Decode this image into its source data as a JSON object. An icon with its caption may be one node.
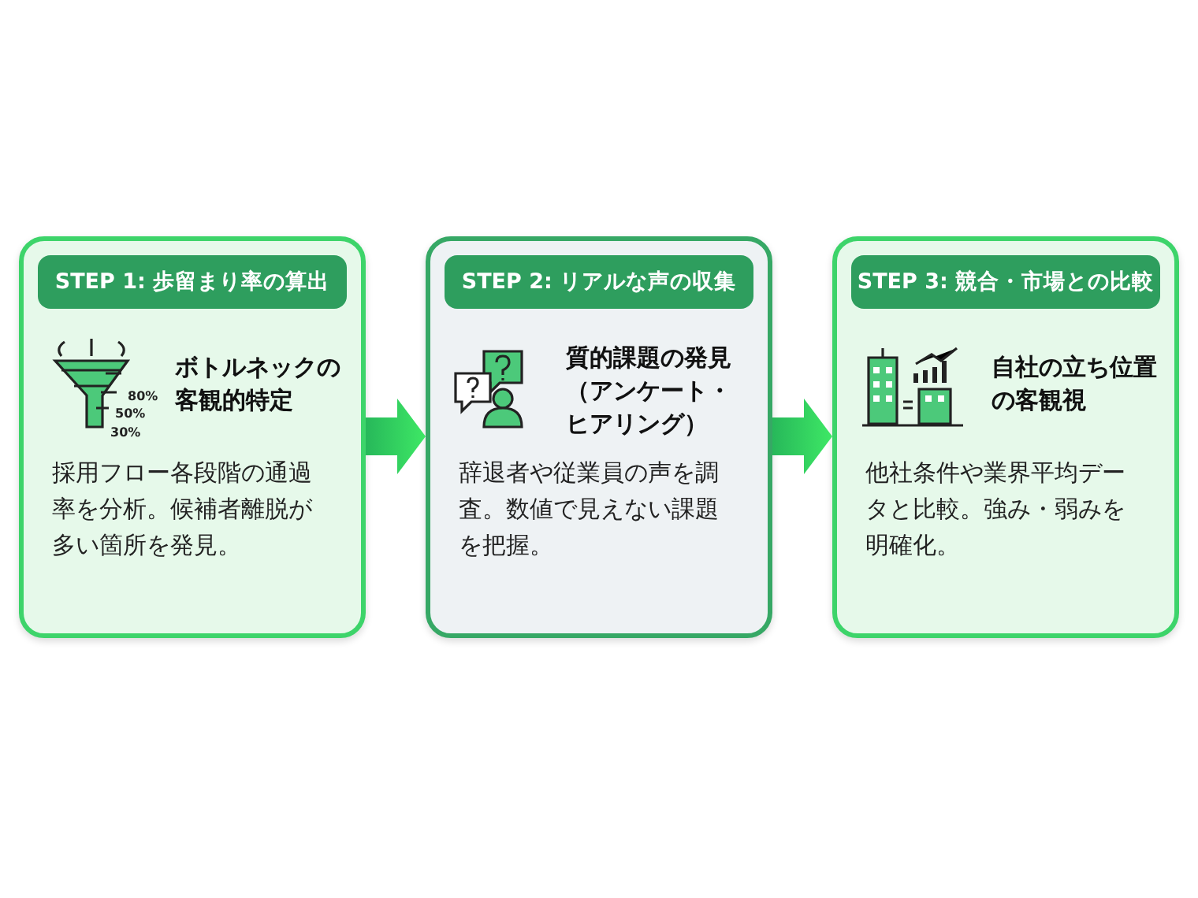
{
  "diagram": {
    "nodes": [
      {
        "text": [
          "STEP 1: 歩留まり率の算出",
          "ボトルネックの客観的特定",
          "採用フロー各段階の通過率を分析。候補者離脱が多い箇所を発見。"
        ]
      },
      {
        "text": [
          "STEP 2: リアルな声の収集",
          "質的課題の発見（アンケート・ヒアリング）",
          "辞退者や従業員の声を調査。数値で見えない課題を把握。"
        ]
      },
      {
        "text": [
          "STEP 3: 競合・市場との比較",
          "自社の立ち位置の客観視",
          "他社条件や業界平均データと比較。強み・弱みを明確化。"
        ]
      }
    ],
    "edges": [
      {
        "from": 0,
        "to": 1,
        "arrow": "to"
      },
      {
        "from": 1,
        "to": 2,
        "arrow": "to"
      }
    ],
    "labels": [
      "80%",
      "50%",
      "30%"
    ]
  }
}
